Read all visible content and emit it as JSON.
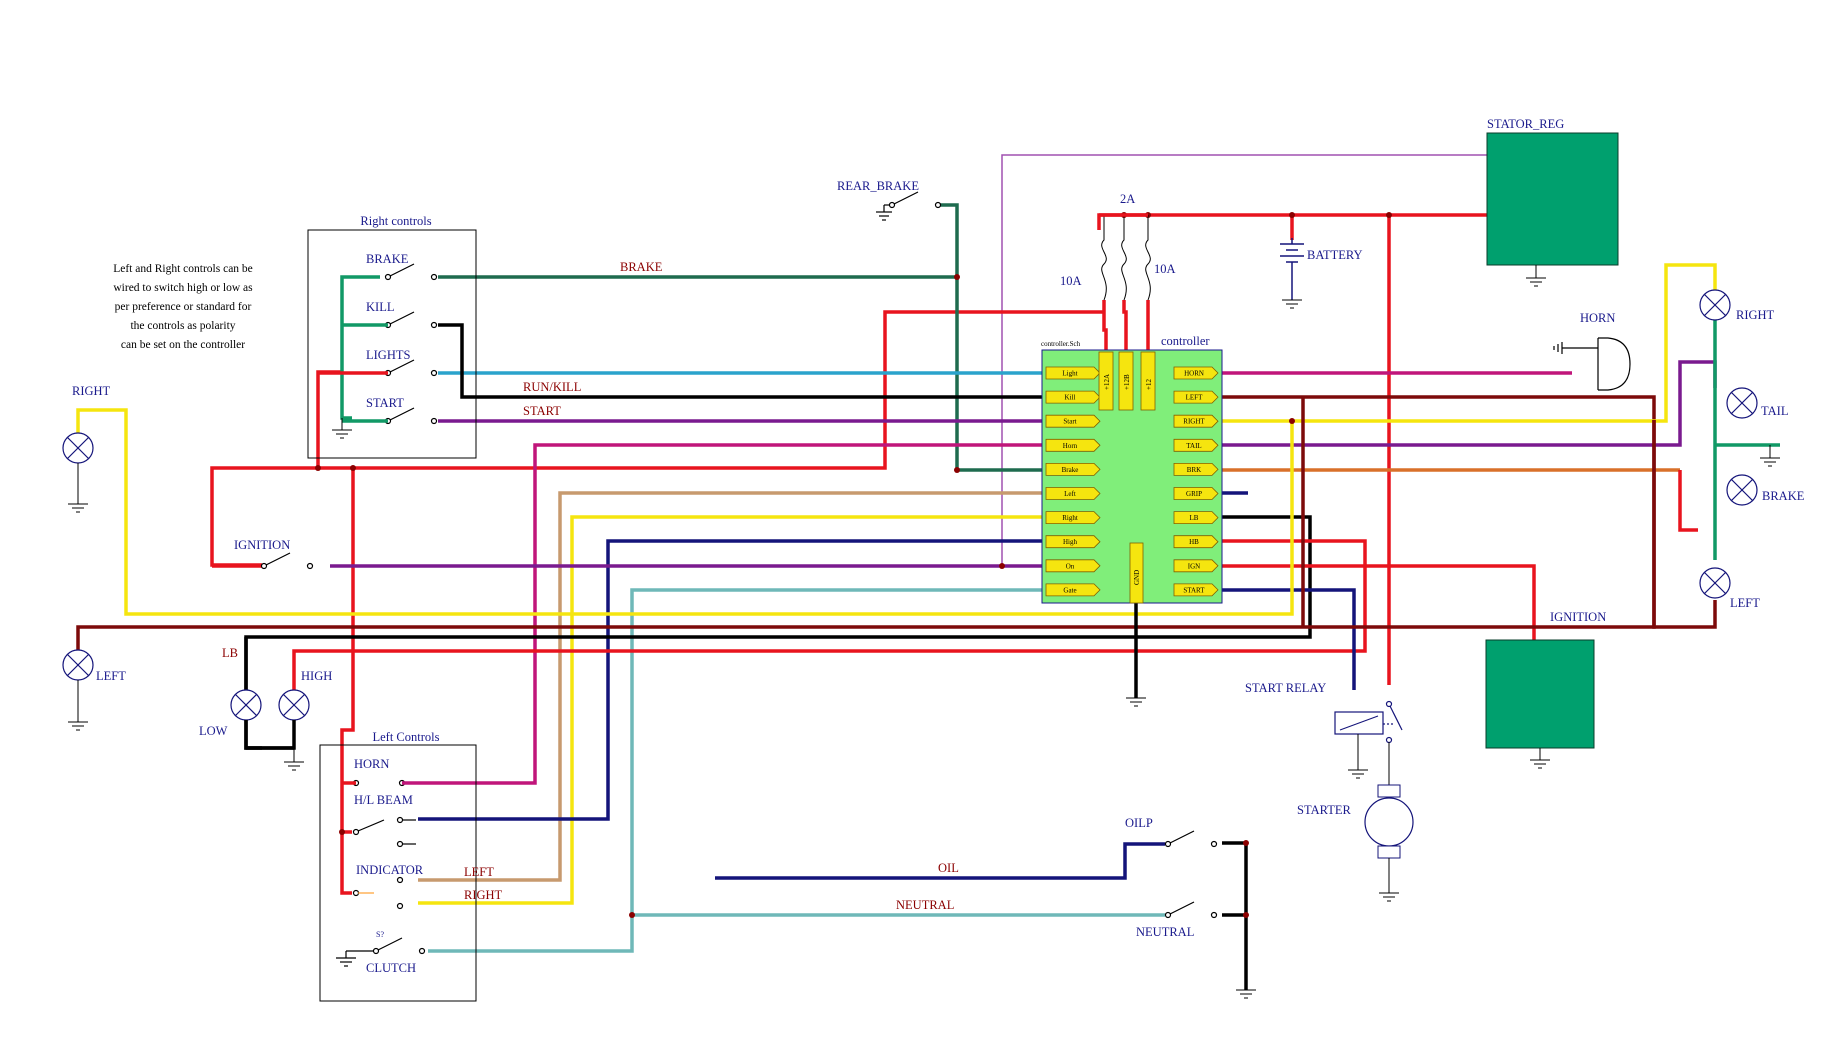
{
  "note": {
    "lines": [
      "Left and Right controls can be",
      "wired to switch high or low  as",
      "per preference or standard for",
      "the controls as polarity",
      "can be set on the controller"
    ]
  },
  "boxes": {
    "right_controls": "Right controls",
    "left_controls": "Left Controls"
  },
  "controller": {
    "title": "controller",
    "sch": "controller.Sch",
    "left_pins": [
      "Light",
      "Kill",
      "Start",
      "Horn",
      "Brake",
      "Left",
      "Right",
      "High",
      "On",
      "Gate"
    ],
    "right_pins": [
      "HORN",
      "LEFT",
      "RIGHT",
      "TAIL",
      "BRK",
      "GRIP",
      "LB",
      "HB",
      "IGN",
      "START"
    ],
    "top_pins": [
      "+12A",
      "+12B",
      "+12"
    ],
    "gnd_pin": "GND"
  },
  "switches": {
    "brake": "BRAKE",
    "kill": "KILL",
    "lights": "LIGHTS",
    "start": "START",
    "rear_brake": "REAR_BRAKE",
    "ignition": "IGNITION",
    "horn": "HORN",
    "hl_beam": "H/L BEAM",
    "indicator": "INDICATOR",
    "clutch": "CLUTCH",
    "clutch_ref": "S?",
    "oilp": "OILP",
    "neutral": "NEUTRAL"
  },
  "components": {
    "stator_reg": "STATOR_REG",
    "battery": "BATTERY",
    "horn": "HORN",
    "ignition": "IGNITION",
    "start_relay": "START RELAY",
    "starter": "STARTER"
  },
  "fuses": {
    "f1": "10A",
    "f2": "2A",
    "f3": "10A"
  },
  "lamps": {
    "right_front": "RIGHT",
    "left_front": "LEFT",
    "lb": "LB",
    "low": "LOW",
    "high": "HIGH",
    "right_rear": "RIGHT",
    "tail": "TAIL",
    "brake": "BRAKE",
    "left_rear": "LEFT"
  },
  "wire_labels": {
    "brake": "BRAKE",
    "run_kill": "RUN/KILL",
    "start": "START",
    "left": "LEFT",
    "right": "RIGHT",
    "oil": "OIL",
    "neutral": "NEUTRAL"
  },
  "colors": {
    "red": "#e8141e",
    "black": "#000000",
    "darkgreen": "#1e6b4f",
    "green": "#119966",
    "blue": "#2aa3cc",
    "purple": "#7a1a8f",
    "magenta": "#c0157a",
    "tan": "#c79a6e",
    "yellow": "#f5e50f",
    "navy": "#14147a",
    "teal": "#6fb8b8",
    "maroon": "#7d0a0a",
    "orange": "#d9702a",
    "thin_purple": "#a050b0",
    "controller_body": "#80ee7a",
    "pin_fill": "#f5e50f",
    "component_fill": "#00a06e"
  }
}
